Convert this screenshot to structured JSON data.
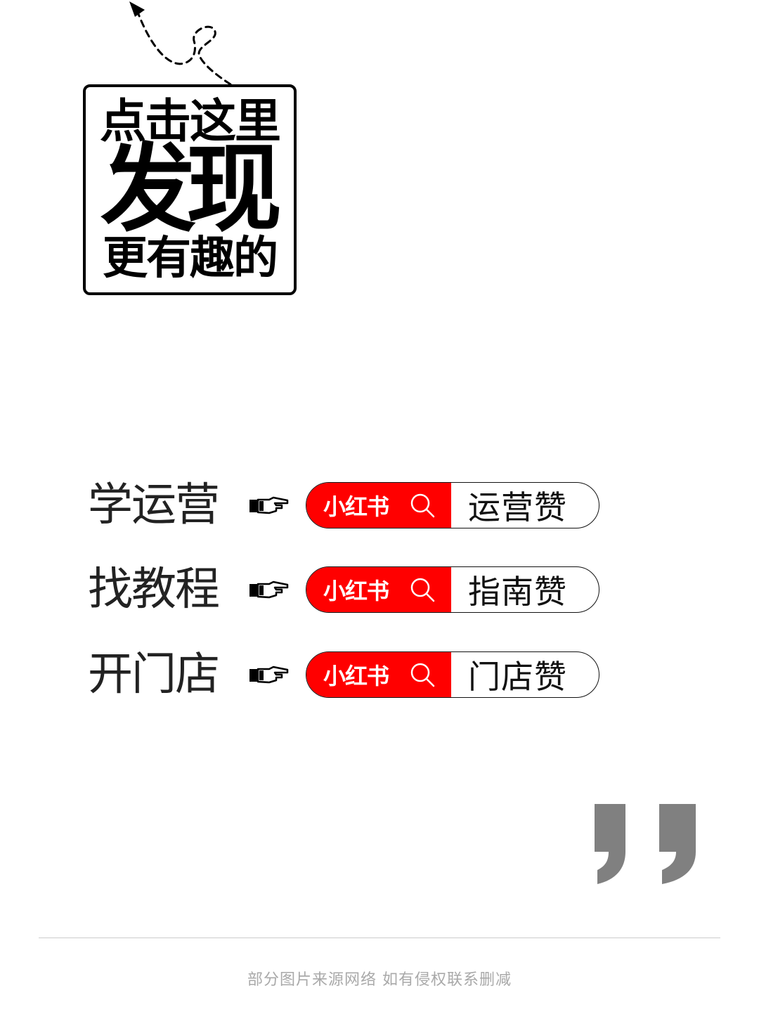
{
  "headline": {
    "line1": "点击这里",
    "line2": "发现",
    "line3": "更有趣的"
  },
  "search_rows": [
    {
      "label": "学运营",
      "brand": "小红书",
      "query": "运营赞"
    },
    {
      "label": "找教程",
      "brand": "小红书",
      "query": "指南赞"
    },
    {
      "label": "开门店",
      "brand": "小红书",
      "query": "门店赞"
    }
  ],
  "colors": {
    "brand_red": "#ff0000",
    "quote_gray": "#808080",
    "footer_gray": "#a9a9a9"
  },
  "icons": [
    "dashed-arrow-icon",
    "pointing-hand-icon",
    "search-icon",
    "closing-quote-icon"
  ],
  "footer": {
    "note": "部分图片来源网络 如有侵权联系删减"
  }
}
